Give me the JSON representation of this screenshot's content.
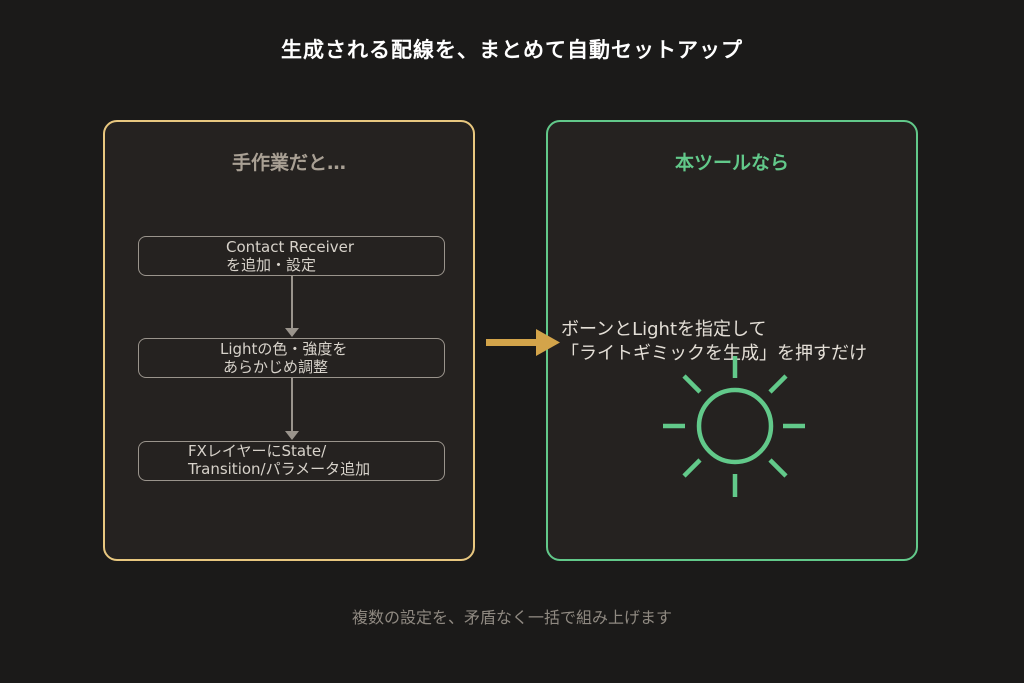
{
  "title": "生成される配線を、まとめて自動セットアップ",
  "left_panel": {
    "heading": "手作業だと…",
    "steps": [
      {
        "line1": "Contact Receiver",
        "line2": "を追加・設定"
      },
      {
        "line1": "Lightの色・強度を",
        "line2": "あらかじめ調整"
      },
      {
        "line1": "FXレイヤーにState/",
        "line2": "Transition/パラメータ追加"
      }
    ]
  },
  "right_panel": {
    "heading": "本ツールなら",
    "line1": "ボーンとLightを指定して",
    "line2": "「ライトギミックを生成」を押すだけ",
    "icon": "sun-icon"
  },
  "footer": "複数の設定を、矛盾なく一括で組み上げます",
  "colors": {
    "background": "#1b1a19",
    "left_border": "#e8c77f",
    "right_accent": "#62c98a",
    "arrow": "#d3a44a"
  }
}
